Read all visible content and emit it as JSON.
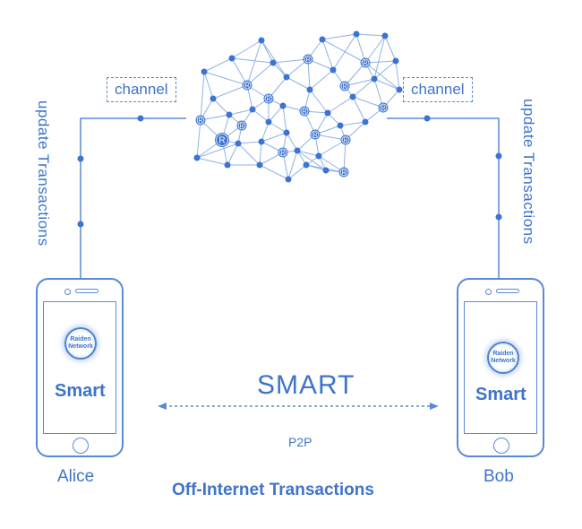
{
  "labels": {
    "channel_left": "channel",
    "channel_right": "channel",
    "update_left": "update Transactions",
    "update_right": "update Transactions",
    "smart_center": "SMART",
    "p2p": "P2P",
    "alice": "Alice",
    "bob": "Bob",
    "footer": "Off-Internet Transactions"
  },
  "phones": {
    "left": {
      "app_name": "Smart",
      "logo_line1": "Raiden",
      "logo_line2": "Network"
    },
    "right": {
      "app_name": "Smart",
      "logo_line1": "Raiden",
      "logo_line2": "Network"
    }
  },
  "network": {
    "node_badge": "R"
  },
  "colors": {
    "primary": "#3f74c9",
    "line": "#5a8ad6",
    "node": "#3d73d2",
    "edge": "#8fb2e6"
  }
}
